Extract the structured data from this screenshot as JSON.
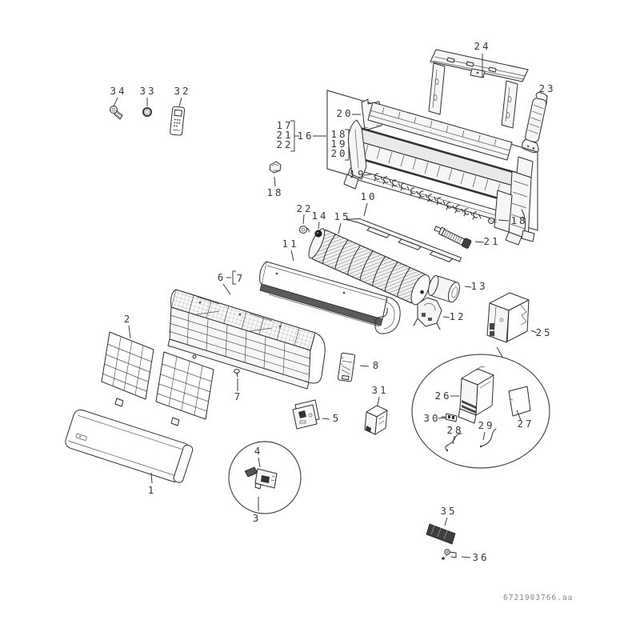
{
  "figure": {
    "doc_code": "6721903766.aa",
    "line_color": "#2e2e2e",
    "label_color": "#3a3a3a",
    "background": "#ffffff",
    "callouts": {
      "p1": "1",
      "p2": "2",
      "p3": "3",
      "p4": "4",
      "p5": "5",
      "p6": "6",
      "p7_bracket": "7",
      "p7": "7",
      "p8": "8",
      "p10": "10",
      "p11": "11",
      "p12": "12",
      "p13": "13",
      "p14": "14",
      "p15": "15",
      "p16": "16",
      "p17": "17",
      "p18_left": "18",
      "p18_screw": "18",
      "p19": "19",
      "p20": "20",
      "p21": "21",
      "p22": "22",
      "p23": "23",
      "p24": "24",
      "p25": "25",
      "p26": "26",
      "p27": "27",
      "p28": "28",
      "p29": "29",
      "p30": "30",
      "p31": "31",
      "p32": "32",
      "p33": "33",
      "p34": "34",
      "p35": "35",
      "p36": "36",
      "group16": [
        "17",
        "21",
        "22"
      ],
      "group17": [
        "18",
        "19",
        "20"
      ]
    }
  }
}
